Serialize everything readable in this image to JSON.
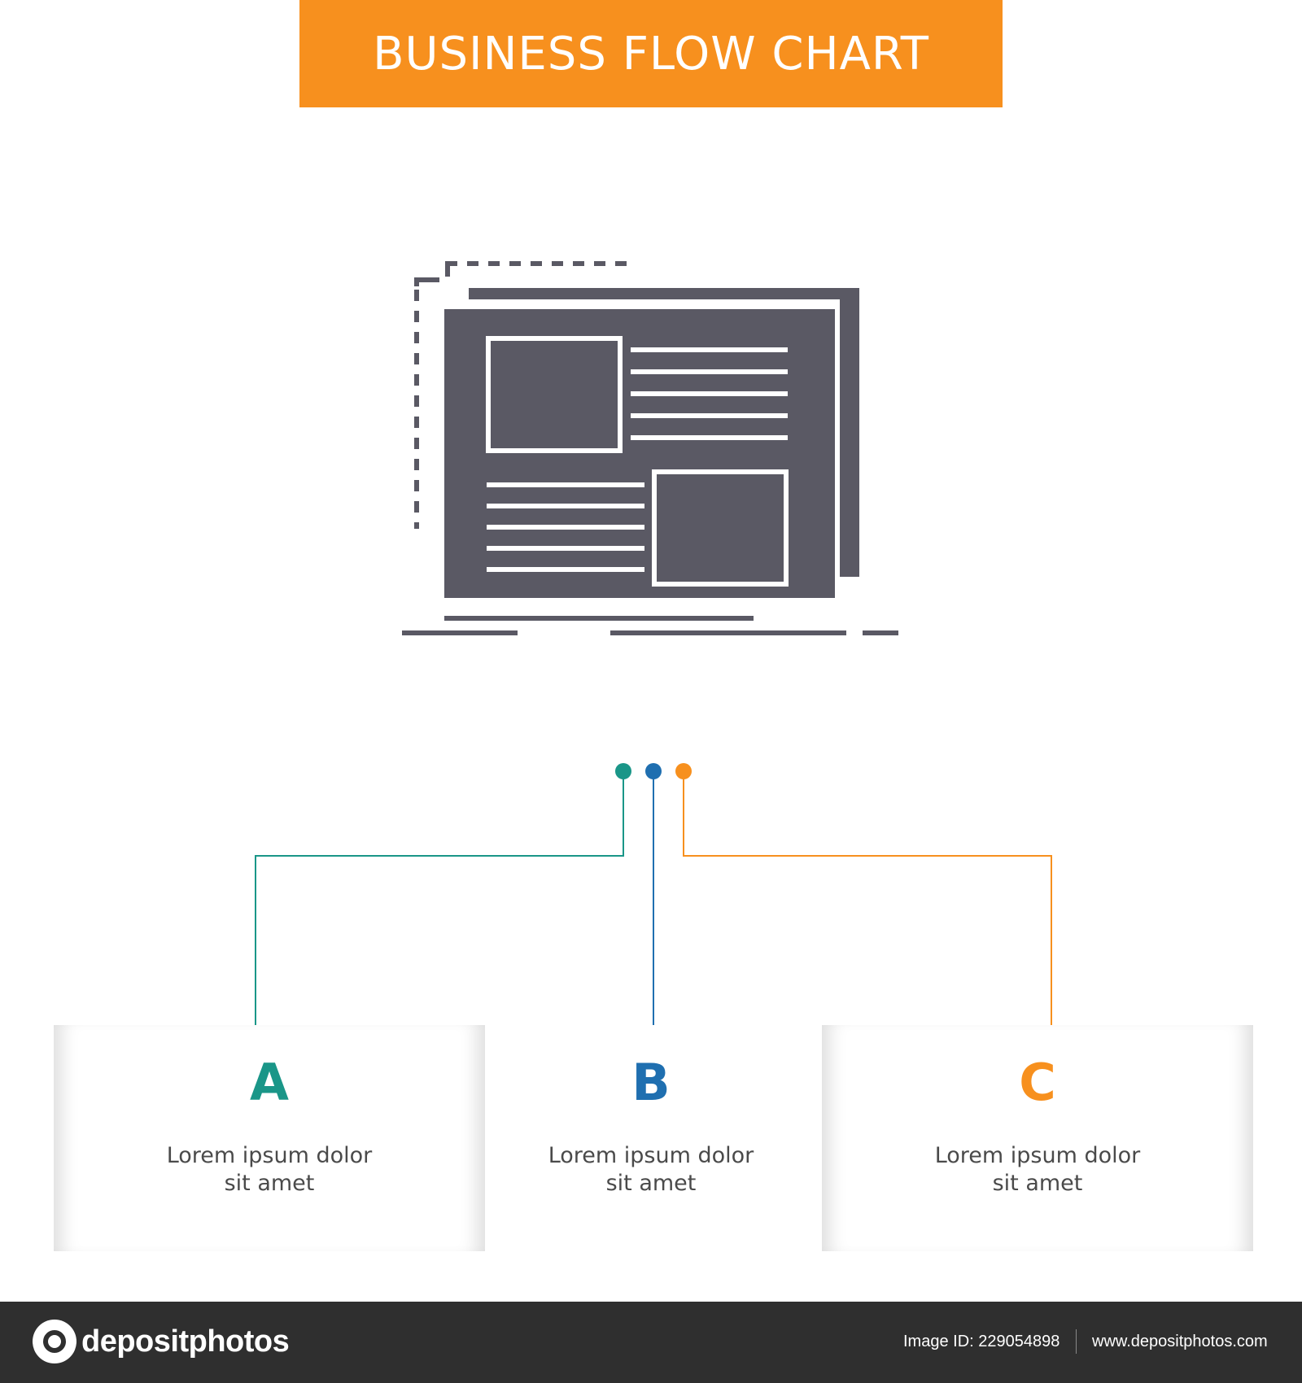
{
  "header": {
    "title": "BUSINESS FLOW CHART",
    "color": "#f7901e"
  },
  "icon": {
    "name": "website-layout-icon",
    "color": "#5a5964"
  },
  "connectors": {
    "dot_colors": [
      "#1a9688",
      "#1f6fb0",
      "#f7901e"
    ]
  },
  "steps": [
    {
      "letter": "A",
      "text": "Lorem ipsum dolor sit amet",
      "color": "#1a9688"
    },
    {
      "letter": "B",
      "text": "Lorem ipsum dolor sit amet",
      "color": "#1f6fb0"
    },
    {
      "letter": "C",
      "text": "Lorem ipsum dolor sit amet",
      "color": "#f7901e"
    }
  ],
  "footer": {
    "logo_text": "depositphotos",
    "image_id": "Image ID: 229054898",
    "url": "www.depositphotos.com"
  }
}
